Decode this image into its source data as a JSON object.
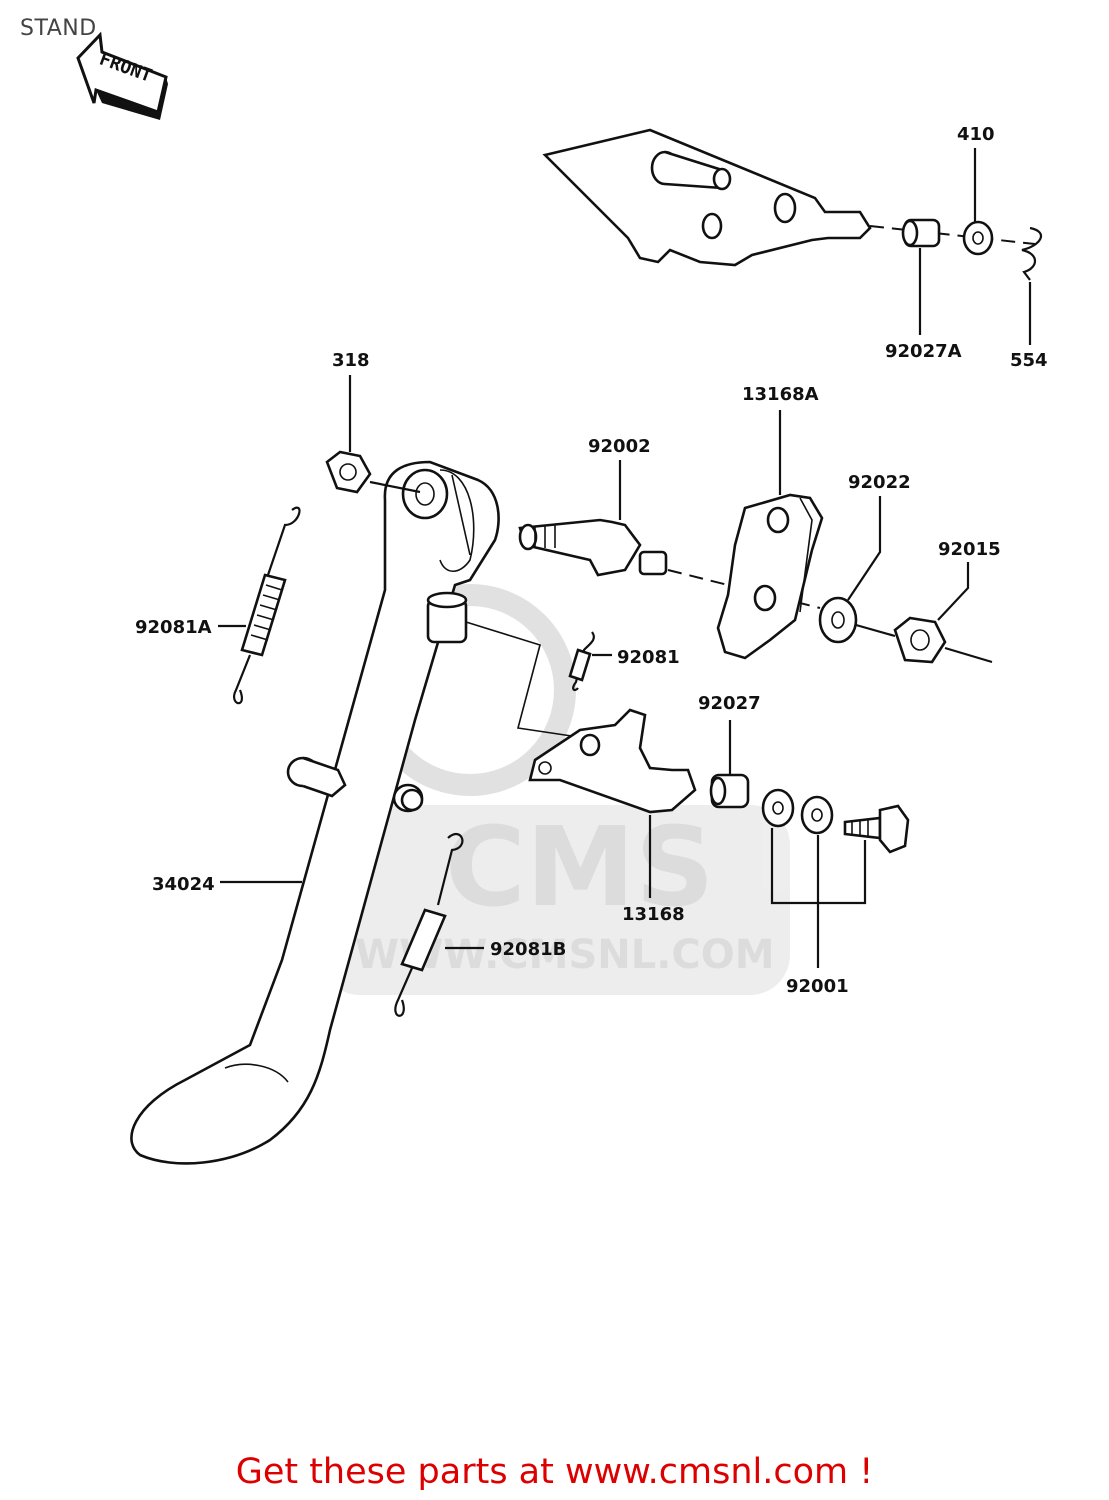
{
  "page_title": "STAND",
  "front_arrow_label": "FRONT",
  "watermark": {
    "brand": "CMS",
    "url": "WWW.CMSNL.COM"
  },
  "labels": {
    "p410": "410",
    "p92027A": "92027A",
    "p554": "554",
    "p318": "318",
    "p13168A": "13168A",
    "p92002": "92002",
    "p92022": "92022",
    "p92015": "92015",
    "p92081A": "92081A",
    "p92081": "92081",
    "p92027": "92027",
    "p34024": "34024",
    "p13168": "13168",
    "p92081B": "92081B",
    "p92001": "92001"
  },
  "promo_text": "Get these parts at www.cmsnl.com !"
}
